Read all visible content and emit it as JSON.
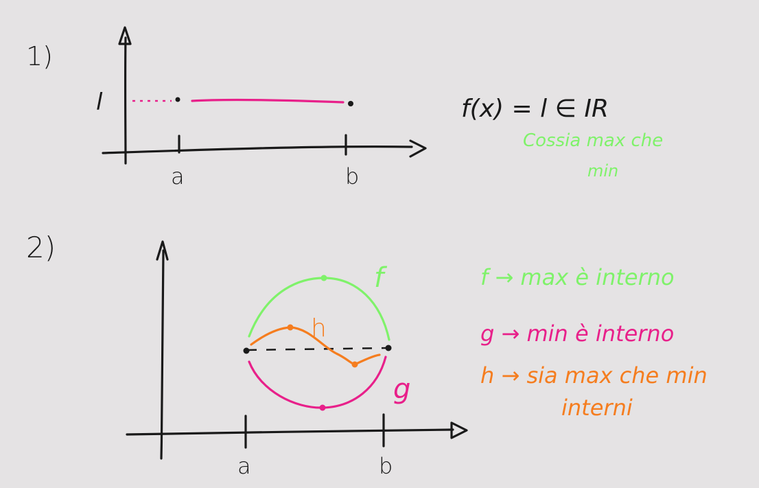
{
  "colors": {
    "background": "#e5e3e4",
    "ink": "#1a1a1a",
    "pink": "#e8208a",
    "green": "#7ff26a",
    "orange": "#f57d1f"
  },
  "panel1": {
    "number": "1)",
    "y_label": "l",
    "x_label_a": "a",
    "x_label_b": "b",
    "formula": "f(x) = l ∈ IR",
    "note_line1": "Cossia max che",
    "note_line2": "min"
  },
  "panel2": {
    "number": "2)",
    "x_label_a": "a",
    "x_label_b": "b",
    "curve_f_label": "f",
    "curve_g_label": "g",
    "curve_h_label": "h",
    "note_f": "f → max è interno",
    "note_g": "g → min è interno",
    "note_h_line1": "h → sia max che min",
    "note_h_line2": "interni"
  }
}
